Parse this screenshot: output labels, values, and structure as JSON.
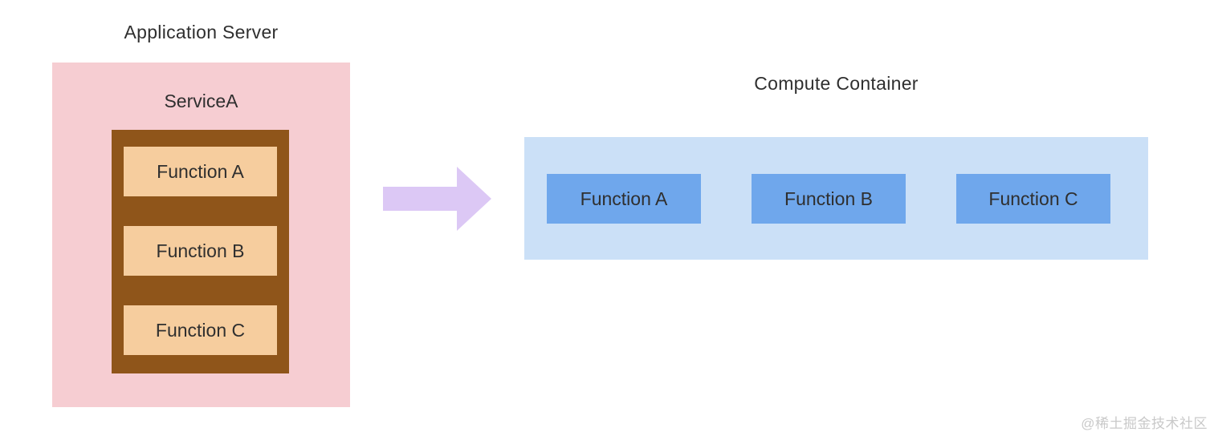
{
  "colors": {
    "pink_bg": "#f6cdd2",
    "brown_bg": "#8f551a",
    "tan_box": "#f6cd9e",
    "arrow": "#dcc8f5",
    "light_blue_bg": "#cbe0f7",
    "blue_box": "#6fa7ec",
    "text": "#2f2f2f",
    "watermark": "#c9c9c9"
  },
  "application_server": {
    "title": "Application Server",
    "service": {
      "label": "ServiceA"
    },
    "functions": [
      "Function A",
      "Function B",
      "Function C"
    ]
  },
  "compute_container": {
    "title": "Compute Container",
    "functions": [
      "Function A",
      "Function B",
      "Function C"
    ]
  },
  "arrow": {
    "icon": "right-arrow"
  },
  "watermark": "@稀土掘金技术社区"
}
